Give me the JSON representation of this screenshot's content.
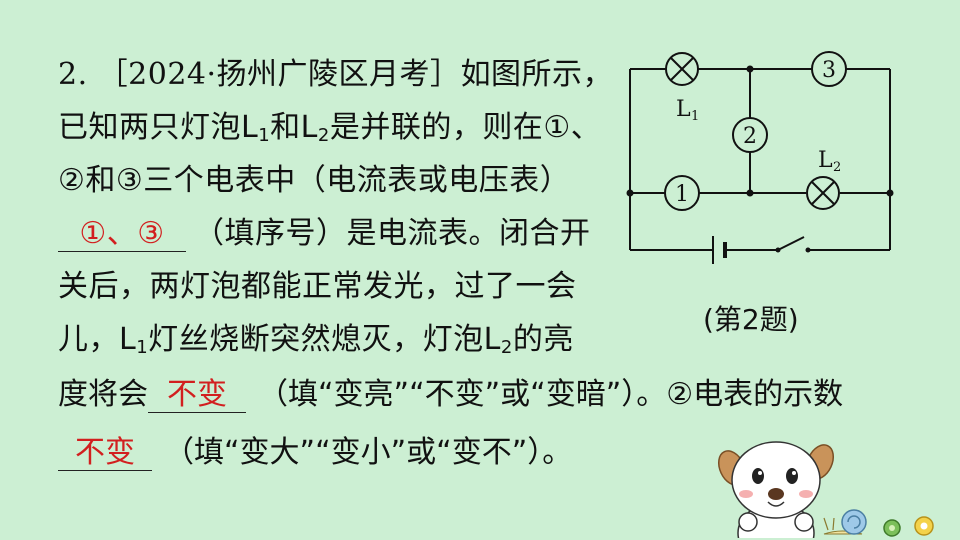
{
  "question": {
    "number": "2.",
    "source": "［2024·扬州广陵区月考］",
    "line1_tail": "如图所示，",
    "line2_a": "已知两只灯泡L",
    "line2_sub1": "1",
    "line2_b": "和L",
    "line2_sub2": "2",
    "line2_c": "是并联的，则在①、",
    "line3": "②和③三个电表中（电流表或电压表）",
    "answer1": "①、③",
    "line4_tail": "（填序号）是电流表。闭合开",
    "line5": "关后，两灯泡都能正常发光，过了一会",
    "line6_a": "儿，L",
    "line6_sub1": "1",
    "line6_b": "灯丝烧断突然熄灭，灯泡L",
    "line6_sub2": "2",
    "line6_c": "的亮",
    "line7_head": "度将会",
    "answer2": "不变",
    "line7_tail": "（填“变亮”“不变”或“变暗”）。②电表的示数",
    "answer3": "不变",
    "line8_tail": "（填“变大”“变小”或“变不”）。"
  },
  "figure": {
    "caption": "(第2题)",
    "lamp1_label": "L",
    "lamp1_sub": "1",
    "lamp2_label": "L",
    "lamp2_sub": "2",
    "meter1": "1",
    "meter2": "2",
    "meter3": "3"
  },
  "colors": {
    "background": "#CCEFD3",
    "answer": "#D21F1F",
    "text": "#111111"
  }
}
